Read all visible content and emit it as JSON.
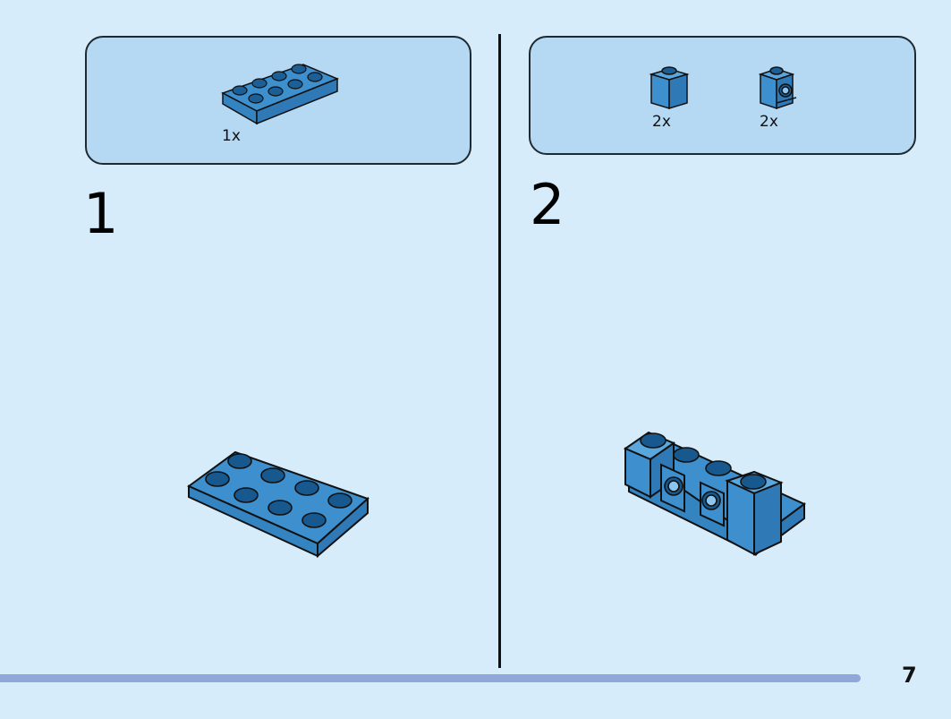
{
  "steps": [
    {
      "number": "1",
      "parts": [
        {
          "name": "plate-2x4",
          "qty": "1x"
        }
      ]
    },
    {
      "number": "2",
      "parts": [
        {
          "name": "brick-1x1",
          "qty": "2x"
        },
        {
          "name": "brick-1x1-with-stud-on-side",
          "qty": "2x"
        }
      ]
    }
  ],
  "page": {
    "number": "7",
    "progress": 0.905
  },
  "colors": {
    "background": "#d6ecfa",
    "parts_box": "#b5d8f3",
    "brick": "#3d8fce",
    "progress": "#8fa8d8"
  }
}
